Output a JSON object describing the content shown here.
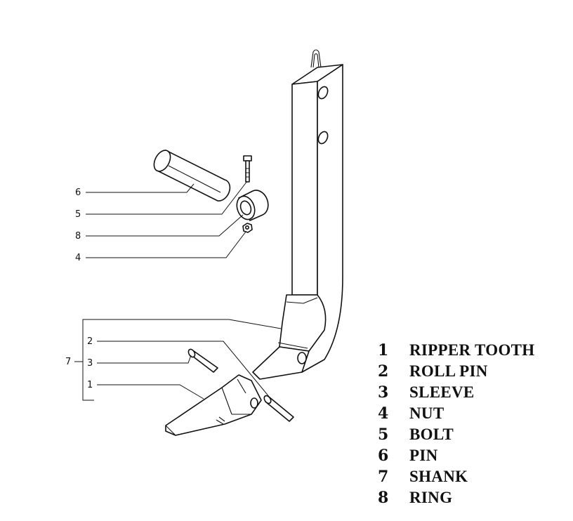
{
  "callouts": [
    {
      "num": "6"
    },
    {
      "num": "5"
    },
    {
      "num": "8"
    },
    {
      "num": "4"
    },
    {
      "num": "2"
    },
    {
      "num": "7"
    },
    {
      "num": "3"
    },
    {
      "num": "1"
    }
  ],
  "legend": [
    {
      "num": "1",
      "label": "RIPPER TOOTH"
    },
    {
      "num": "2",
      "label": "ROLL PIN"
    },
    {
      "num": "3",
      "label": "SLEEVE"
    },
    {
      "num": "4",
      "label": "NUT"
    },
    {
      "num": "5",
      "label": "BOLT"
    },
    {
      "num": "6",
      "label": "PIN"
    },
    {
      "num": "7",
      "label": "SHANK"
    },
    {
      "num": "8",
      "label": "RING"
    }
  ]
}
